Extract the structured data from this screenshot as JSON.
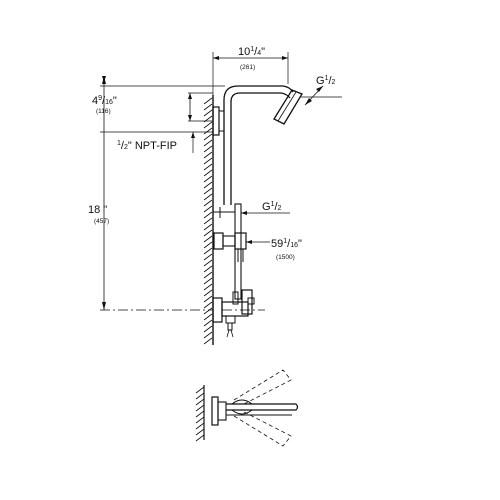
{
  "drawing": {
    "top_width": {
      "whole": "10",
      "num": "1",
      "den": "4",
      "inch": "\"",
      "mm": "(261)"
    },
    "head_thread_top": {
      "g": "G",
      "num": "1",
      "den": "2"
    },
    "wall_offset": {
      "whole": "4",
      "num": "9",
      "den": "16",
      "inch": "\"",
      "mm": "(116)"
    },
    "npt": {
      "num": "1",
      "den": "2",
      "rest": "\" NPT-FIP"
    },
    "height": {
      "label": "18 \"",
      "mm": "(457)"
    },
    "hose_thread": {
      "g": "G",
      "num": "1",
      "den": "2"
    },
    "hose_length": {
      "whole": "59",
      "num": "1",
      "den": "16",
      "inch": "\"",
      "mm": "(1500)"
    }
  }
}
